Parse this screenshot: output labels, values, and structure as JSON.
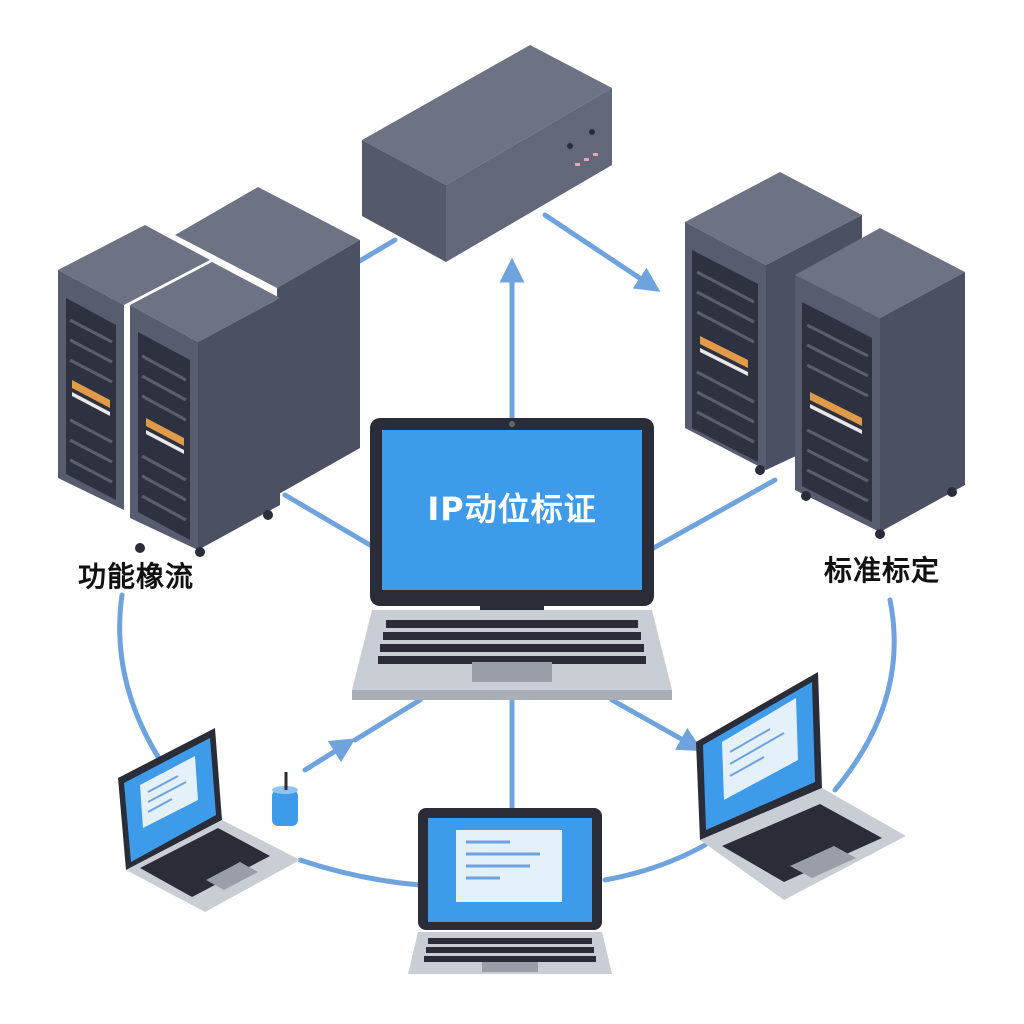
{
  "center_laptop": {
    "screen_title": "IP动位标证"
  },
  "labels": {
    "left_servers": "功能橡流",
    "right_servers": "标准标定"
  },
  "colors": {
    "connector_blue": "#6FA3DE",
    "screen_blue": "#3D9BEA",
    "server_dark": "#4B5062",
    "server_face": "#575C6E",
    "laptop_gray": "#C9CDD4"
  }
}
